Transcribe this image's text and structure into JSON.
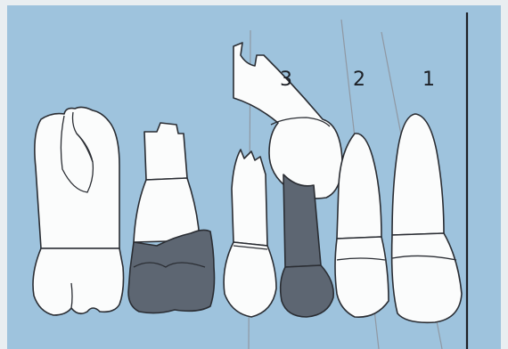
{
  "figure": {
    "labels": {
      "one": "1",
      "two": "2",
      "three": "3"
    },
    "colors": {
      "background": "#9ec3dd",
      "tooth_outline": "#2a2d33",
      "tooth_fill": "#fbfcfc",
      "shaded": "#5d6672",
      "guide_line": "#8f98a3"
    }
  }
}
